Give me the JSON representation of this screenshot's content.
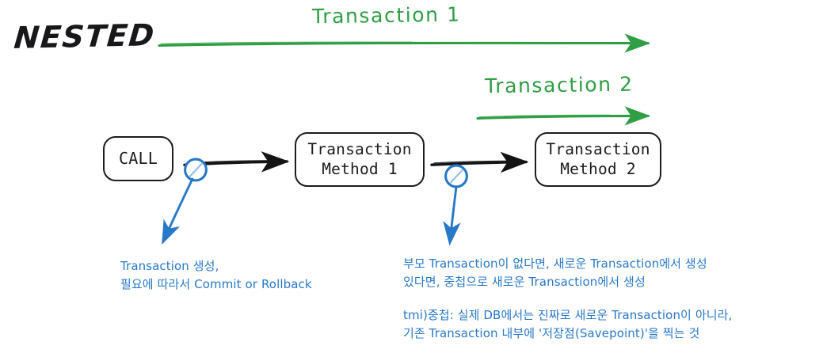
{
  "diagram": {
    "title": "NESTED",
    "colors": {
      "green": "#2f9e44",
      "blue": "#2878c8",
      "black": "#1c1c1e",
      "background": "#ffffff"
    },
    "spans": [
      {
        "label": "Transaction 1"
      },
      {
        "label": "Transaction 2"
      }
    ],
    "nodes": [
      {
        "label": "CALL"
      },
      {
        "label": "Transaction\nMethod 1"
      },
      {
        "label": "Transaction\nMethod 2"
      }
    ],
    "markers": [
      {
        "name": "transaction-boundary-1"
      },
      {
        "name": "transaction-boundary-2"
      }
    ],
    "notes": [
      {
        "id": "left",
        "text": "Transaction 생성,\n필요에 따라서 Commit or Rollback"
      },
      {
        "id": "right",
        "text": "부모 Transaction이 없다면, 새로운 Transaction에서 생성\n있다면, 중첩으로 새로운 Transaction에서 생성"
      },
      {
        "id": "tmi",
        "text": "tmi)중첩: 실제 DB에서는 진짜로 새로운 Transaction이 아니라,\n기존 Transaction 내부에 '저장점(Savepoint)'을 찍는 것"
      }
    ]
  }
}
